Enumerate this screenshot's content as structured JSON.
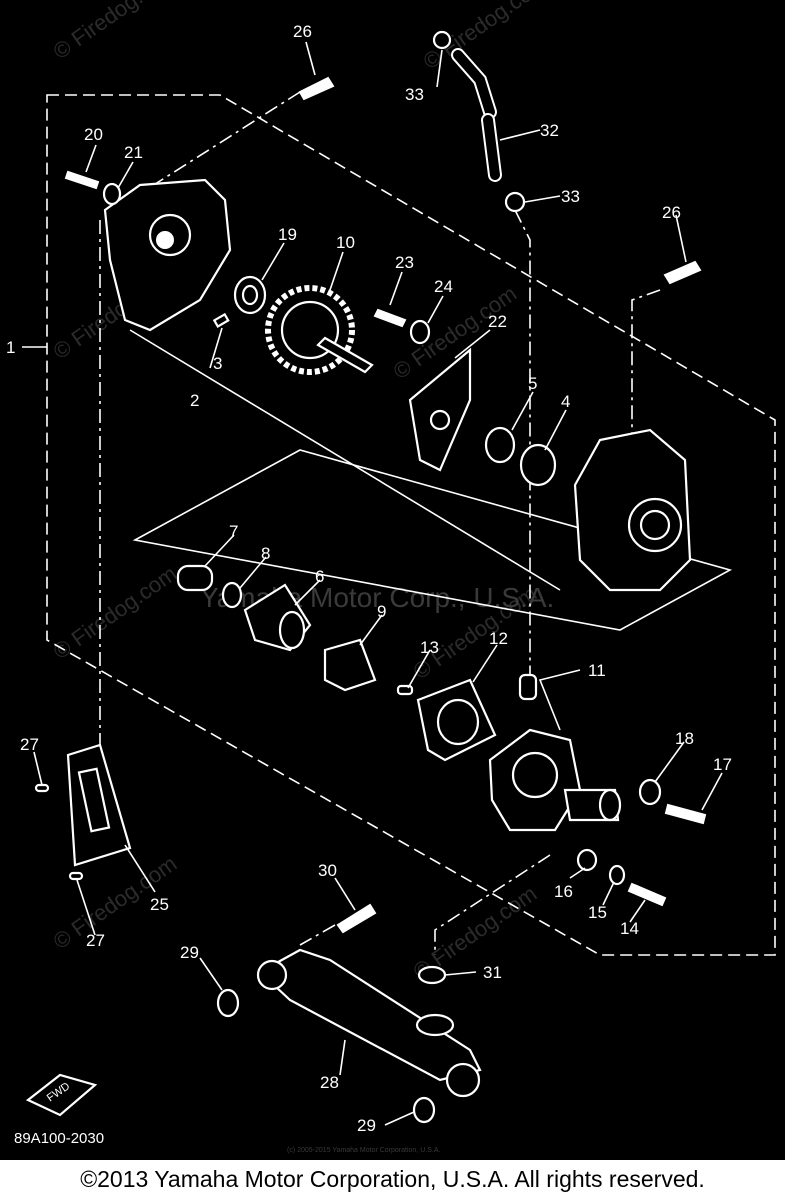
{
  "diagram_code": "89A100-2030",
  "inner_copyright": "(c) 2005-2015 Yamaha Motor Corporation, U.S.A.",
  "watermark": "Yamaha Motor Corp., U.S.A.",
  "site_watermark": "© Firedog.com",
  "fwd_label": "FWD",
  "footer": "©2013 Yamaha Motor Corporation, U.S.A. All rights reserved.",
  "callouts": [
    "1",
    "2",
    "3",
    "4",
    "5",
    "6",
    "7",
    "8",
    "9",
    "10",
    "11",
    "12",
    "13",
    "14",
    "15",
    "16",
    "17",
    "18",
    "19",
    "20",
    "21",
    "22",
    "23",
    "24",
    "25",
    "26",
    "26",
    "27",
    "27",
    "28",
    "29",
    "29",
    "30",
    "31",
    "32",
    "33",
    "33"
  ]
}
